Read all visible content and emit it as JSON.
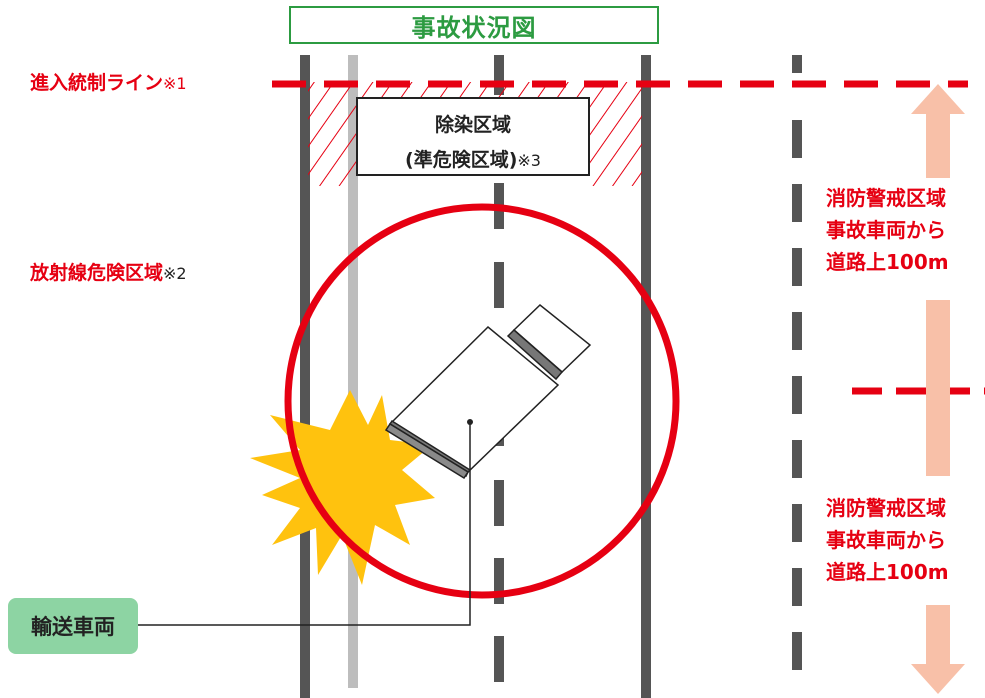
{
  "title": "事故状況図",
  "labels": {
    "entry_control": "進入統制ライン",
    "entry_note": "※1",
    "radiation_zone": "放射線危険区域",
    "radiation_note": "※2",
    "decon_line1": "除染区域",
    "decon_line2": "(準危険区域)",
    "decon_note": "※3",
    "vehicle": "輸送車両"
  },
  "fire_zone_upper": [
    "消防警戒区域",
    "事故車両から",
    "道路上100m"
  ],
  "fire_zone_lower": [
    "消防警戒区域",
    "事故車両から",
    "道路上100m"
  ],
  "colors": {
    "red": "#e60012",
    "green": "#2c9b41",
    "vehicle_label_bg": "#8dd4a3",
    "arrow": "#f8c0a8",
    "explosion": "#ffc20e",
    "road_line": "#555555",
    "light_line": "#bdbdbd"
  }
}
